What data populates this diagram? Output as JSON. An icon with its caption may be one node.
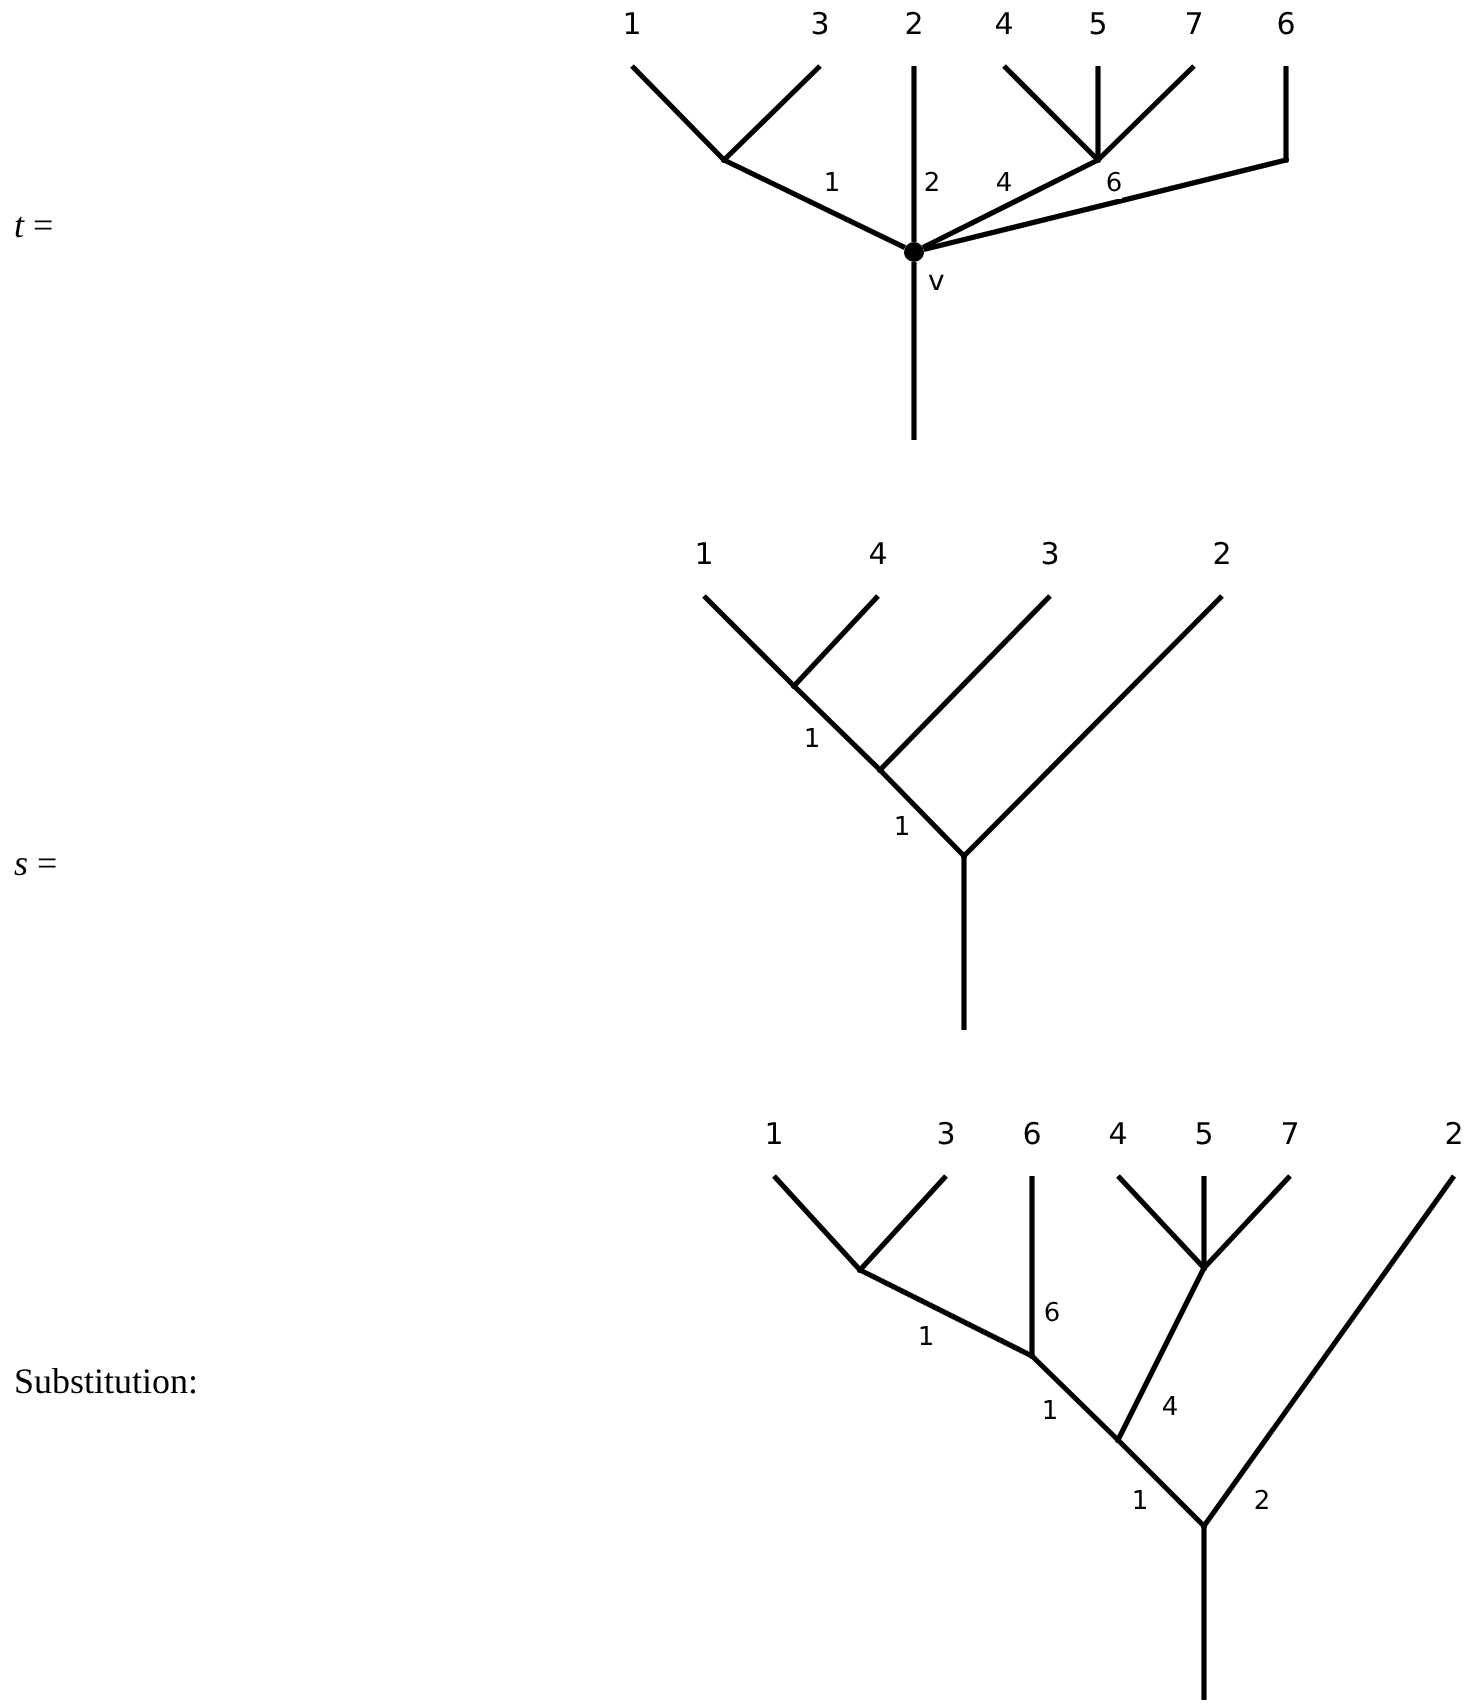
{
  "diagram": {
    "nodes": [
      {
        "text": [
          "1"
        ]
      },
      {
        "text": [
          "3"
        ]
      },
      {
        "text": [
          "2"
        ]
      },
      {
        "text": [
          "4"
        ]
      },
      {
        "text": [
          "5"
        ]
      },
      {
        "text": [
          "7"
        ]
      },
      {
        "text": [
          "6"
        ]
      },
      {
        "text": [],
        "shape": "point"
      },
      {
        "text": [],
        "shape": "circle",
        "beside": [
          "v"
        ]
      },
      {
        "text": [],
        "shape": "point"
      },
      {
        "text": [],
        "shape": "point"
      },
      {
        "text": [
          "1"
        ]
      },
      {
        "text": [
          "4"
        ]
      },
      {
        "text": [
          "3"
        ]
      },
      {
        "text": [
          "2"
        ]
      },
      {
        "text": [],
        "shape": "point"
      },
      {
        "text": [],
        "shape": "point"
      },
      {
        "text": [],
        "shape": "point"
      },
      {
        "text": [
          "1"
        ]
      },
      {
        "text": [
          "3"
        ]
      },
      {
        "text": [
          "6"
        ]
      },
      {
        "text": [
          "4"
        ]
      },
      {
        "text": [
          "5"
        ]
      },
      {
        "text": [
          "7"
        ]
      },
      {
        "text": [
          "2"
        ]
      },
      {
        "text": [],
        "shape": "point"
      },
      {
        "text": [],
        "shape": "point"
      },
      {
        "text": [],
        "shape": "point"
      },
      {
        "text": [],
        "shape": "point"
      },
      {
        "text": [],
        "shape": "point"
      }
    ],
    "edges": [
      {
        "from": 0,
        "to": 7,
        "arrow": "none"
      },
      {
        "from": 1,
        "to": 7,
        "arrow": "none"
      },
      {
        "from": 7,
        "to": 8,
        "arrow": "none",
        "label": "1"
      },
      {
        "from": 2,
        "to": 8,
        "arrow": "none",
        "label": "2"
      },
      {
        "from": 3,
        "to": 9,
        "arrow": "none"
      },
      {
        "from": 4,
        "to": 9,
        "arrow": "none"
      },
      {
        "from": 5,
        "to": 9,
        "arrow": "none"
      },
      {
        "from": 9,
        "to": 8,
        "arrow": "none",
        "label": "4"
      },
      {
        "from": 6,
        "to": 10,
        "arrow": "none"
      },
      {
        "from": 10,
        "to": 8,
        "arrow": "none",
        "label": "6"
      },
      {
        "from": 8,
        "to": null,
        "arrow": "none"
      },
      {
        "from": 11,
        "to": 15,
        "arrow": "none"
      },
      {
        "from": 12,
        "to": 15,
        "arrow": "none"
      },
      {
        "from": 15,
        "to": 16,
        "arrow": "none",
        "label": "1"
      },
      {
        "from": 13,
        "to": 16,
        "arrow": "none"
      },
      {
        "from": 16,
        "to": 17,
        "arrow": "none",
        "label": "1"
      },
      {
        "from": 14,
        "to": 17,
        "arrow": "none"
      },
      {
        "from": 17,
        "to": null,
        "arrow": "none"
      },
      {
        "from": 18,
        "to": 25,
        "arrow": "none"
      },
      {
        "from": 19,
        "to": 25,
        "arrow": "none"
      },
      {
        "from": 25,
        "to": 26,
        "arrow": "none",
        "label": "1"
      },
      {
        "from": 20,
        "to": 26,
        "arrow": "none",
        "label": "6"
      },
      {
        "from": 21,
        "to": 27,
        "arrow": "none"
      },
      {
        "from": 22,
        "to": 27,
        "arrow": "none"
      },
      {
        "from": 23,
        "to": 27,
        "arrow": "none"
      },
      {
        "from": 26,
        "to": 28,
        "arrow": "none",
        "label": "1"
      },
      {
        "from": 27,
        "to": 28,
        "arrow": "none",
        "label": "4"
      },
      {
        "from": 28,
        "to": 29,
        "arrow": "none",
        "label": "1"
      },
      {
        "from": 24,
        "to": 29,
        "arrow": "none",
        "label": "2"
      },
      {
        "from": 29,
        "to": null,
        "arrow": "none"
      }
    ],
    "labels": [
      "*t* =",
      "*s* =",
      "Substitution:"
    ]
  }
}
